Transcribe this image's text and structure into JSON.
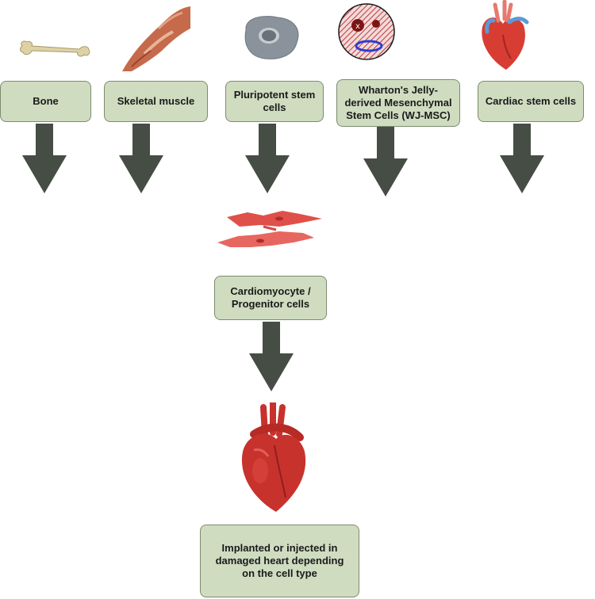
{
  "sources": {
    "bone": "Bone",
    "skeletal_muscle": "Skeletal muscle",
    "pluripotent": "Pluripotent stem cells",
    "wharton": "Wharton's Jelly-derived Mesenchymal Stem Cells (WJ-MSC)",
    "cardiac": "Cardiac stem cells"
  },
  "intermediate": "Cardiomyocyte / Progenitor cells",
  "outcome": "Implanted or injected in damaged heart depending on the cell type",
  "colors": {
    "box_fill": "#cfdcc0",
    "box_border": "#7c8b6e",
    "arrow": "#464d44",
    "heart_red": "#c8322c"
  }
}
